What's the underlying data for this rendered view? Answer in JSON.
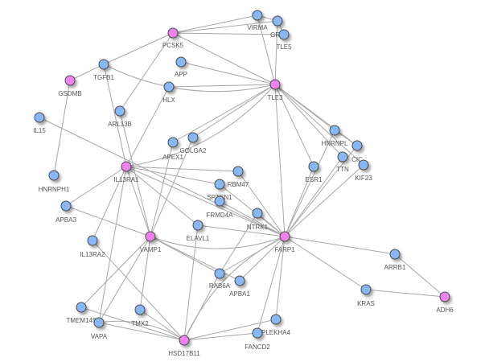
{
  "colors": {
    "hub_fill": "#ee82ee",
    "node_fill": "#87b8f5",
    "edge": "#a8a8a8",
    "label": "#555555"
  },
  "nodes": [
    {
      "id": "PCSK5",
      "label": "PCSK5",
      "hub": true
    },
    {
      "id": "VIRMA",
      "label": "VIRMA",
      "hub": false
    },
    {
      "id": "GRN",
      "label": "GRN",
      "hub": false
    },
    {
      "id": "TLE5",
      "label": "TLE5",
      "hub": false
    },
    {
      "id": "TGFB1",
      "label": "TGFB1",
      "hub": false
    },
    {
      "id": "APP",
      "label": "APP",
      "hub": false
    },
    {
      "id": "GSDMB",
      "label": "GSDMB",
      "hub": true
    },
    {
      "id": "HLX",
      "label": "HLX",
      "hub": false
    },
    {
      "id": "TLE3",
      "label": "TLE3",
      "hub": true
    },
    {
      "id": "ARL13B",
      "label": "ARL13B",
      "hub": false
    },
    {
      "id": "IL15",
      "label": "IL15",
      "hub": false
    },
    {
      "id": "HNRNPL",
      "label": "HNRNPL",
      "hub": false
    },
    {
      "id": "CIC",
      "label": "CIC",
      "hub": false
    },
    {
      "id": "GOLGA2",
      "label": "GOLGA2",
      "hub": false
    },
    {
      "id": "APEX1",
      "label": "APEX1",
      "hub": false
    },
    {
      "id": "TTN",
      "label": "TTN",
      "hub": false
    },
    {
      "id": "ESR1",
      "label": "ESR1",
      "hub": false
    },
    {
      "id": "KIF23",
      "label": "KIF23",
      "hub": false
    },
    {
      "id": "IL13RA1",
      "label": "IL13RA1",
      "hub": true
    },
    {
      "id": "RBM47",
      "label": "RBM47",
      "hub": false
    },
    {
      "id": "HNRNPH1",
      "label": "HNRNPH1",
      "hub": false
    },
    {
      "id": "SPTBN1",
      "label": "SPTBN1",
      "hub": false
    },
    {
      "id": "FRMD4A",
      "label": "FRMD4A",
      "hub": false
    },
    {
      "id": "APBA3",
      "label": "APBA3",
      "hub": false
    },
    {
      "id": "NTRK1",
      "label": "NTRK1",
      "hub": false
    },
    {
      "id": "ELAVL1",
      "label": "ELAVL1",
      "hub": false
    },
    {
      "id": "VAMP1",
      "label": "VAMP1",
      "hub": true
    },
    {
      "id": "FARP1",
      "label": "FARP1",
      "hub": true
    },
    {
      "id": "IL13RA2",
      "label": "IL13RA2",
      "hub": false
    },
    {
      "id": "ARRB1",
      "label": "ARRB1",
      "hub": false
    },
    {
      "id": "RAB6A",
      "label": "RAB6A",
      "hub": false
    },
    {
      "id": "APBA1",
      "label": "APBA1",
      "hub": false
    },
    {
      "id": "KRAS",
      "label": "KRAS",
      "hub": false
    },
    {
      "id": "ADH6",
      "label": "ADH6",
      "hub": true
    },
    {
      "id": "TMEM145",
      "label": "TMEM145",
      "hub": false
    },
    {
      "id": "VAPA",
      "label": "VAPA",
      "hub": false
    },
    {
      "id": "TMX2",
      "label": "TMX2",
      "hub": false
    },
    {
      "id": "PLEKHA4",
      "label": "PLEKHA4",
      "hub": false
    },
    {
      "id": "FANCD2",
      "label": "FANCD2",
      "hub": false
    },
    {
      "id": "HSD17B11",
      "label": "HSD17B11",
      "hub": true
    }
  ],
  "edges": [
    [
      "PCSK5",
      "VIRMA"
    ],
    [
      "PCSK5",
      "GRN"
    ],
    [
      "PCSK5",
      "TLE5"
    ],
    [
      "PCSK5",
      "TGFB1"
    ],
    [
      "PCSK5",
      "TLE3"
    ],
    [
      "PCSK5",
      "ARL13B"
    ],
    [
      "VIRMA",
      "GRN"
    ],
    [
      "GRN",
      "TLE5"
    ],
    [
      "VIRMA",
      "TLE3"
    ],
    [
      "GRN",
      "TLE3"
    ],
    [
      "TGFB1",
      "GSDMB"
    ],
    [
      "TGFB1",
      "IL13RA1"
    ],
    [
      "APP",
      "TLE3"
    ],
    [
      "GSDMB",
      "HNRNPH1"
    ],
    [
      "HLX",
      "IL13RA1"
    ],
    [
      "HLX",
      "TLE3"
    ],
    [
      "ARL13B",
      "VAMP1"
    ],
    [
      "IL15",
      "FARP1"
    ],
    [
      "TLE3",
      "HNRNPL"
    ],
    [
      "TLE3",
      "CIC"
    ],
    [
      "TLE3",
      "TTN"
    ],
    [
      "TLE3",
      "ESR1"
    ],
    [
      "TLE3",
      "KIF23"
    ],
    [
      "TLE3",
      "GOLGA2"
    ],
    [
      "TLE3",
      "APEX1"
    ],
    [
      "TLE3",
      "FARP1"
    ],
    [
      "HNRNPL",
      "CIC"
    ],
    [
      "HNRNPL",
      "FARP1"
    ],
    [
      "CIC",
      "FARP1"
    ],
    [
      "TTN",
      "FARP1"
    ],
    [
      "KIF23",
      "FARP1"
    ],
    [
      "ESR1",
      "FARP1"
    ],
    [
      "GOLGA2",
      "VAMP1"
    ],
    [
      "APEX1",
      "VAMP1"
    ],
    [
      "IL13RA1",
      "RBM47"
    ],
    [
      "IL13RA1",
      "SPTBN1"
    ],
    [
      "IL13RA1",
      "FARP1"
    ],
    [
      "IL13RA1",
      "APBA3"
    ],
    [
      "IL13RA1",
      "VAMP1"
    ],
    [
      "IL13RA1",
      "ELAVL1"
    ],
    [
      "IL13RA1",
      "IL13RA2"
    ],
    [
      "IL13RA1",
      "VAPA"
    ],
    [
      "RBM47",
      "FARP1"
    ],
    [
      "SPTBN1",
      "FARP1"
    ],
    [
      "FRMD4A",
      "FARP1"
    ],
    [
      "APBA3",
      "VAMP1"
    ],
    [
      "NTRK1",
      "FARP1"
    ],
    [
      "NTRK1",
      "RAB6A"
    ],
    [
      "ELAVL1",
      "FARP1"
    ],
    [
      "ELAVL1",
      "HSD17B11"
    ],
    [
      "VAMP1",
      "RAB6A"
    ],
    [
      "VAMP1",
      "APBA1"
    ],
    [
      "VAMP1",
      "TMX2"
    ],
    [
      "VAMP1",
      "TMEM145"
    ],
    [
      "VAMP1",
      "VAPA"
    ],
    [
      "IL13RA2",
      "HSD17B11"
    ],
    [
      "FARP1",
      "ARRB1"
    ],
    [
      "FARP1",
      "KRAS"
    ],
    [
      "FARP1",
      "APBA1"
    ],
    [
      "FARP1",
      "RAB6A"
    ],
    [
      "FARP1",
      "PLEKHA4"
    ],
    [
      "FARP1",
      "FANCD2"
    ],
    [
      "ARRB1",
      "ADH6"
    ],
    [
      "KRAS",
      "ADH6"
    ],
    [
      "RAB6A",
      "HSD17B11"
    ],
    [
      "TMEM145",
      "HSD17B11"
    ],
    [
      "VAPA",
      "HSD17B11"
    ],
    [
      "TMX2",
      "HSD17B11"
    ],
    [
      "PLEKHA4",
      "HSD17B11"
    ],
    [
      "FANCD2",
      "HSD17B11"
    ]
  ],
  "curved_edges": [
    [
      "TGFB1",
      "TLE3"
    ],
    [
      "IL13RA1",
      "TLE3"
    ],
    [
      "VAMP1",
      "FARP1"
    ],
    [
      "FARP1",
      "HSD17B11"
    ],
    [
      "HSD17B11",
      "VAPA"
    ]
  ]
}
